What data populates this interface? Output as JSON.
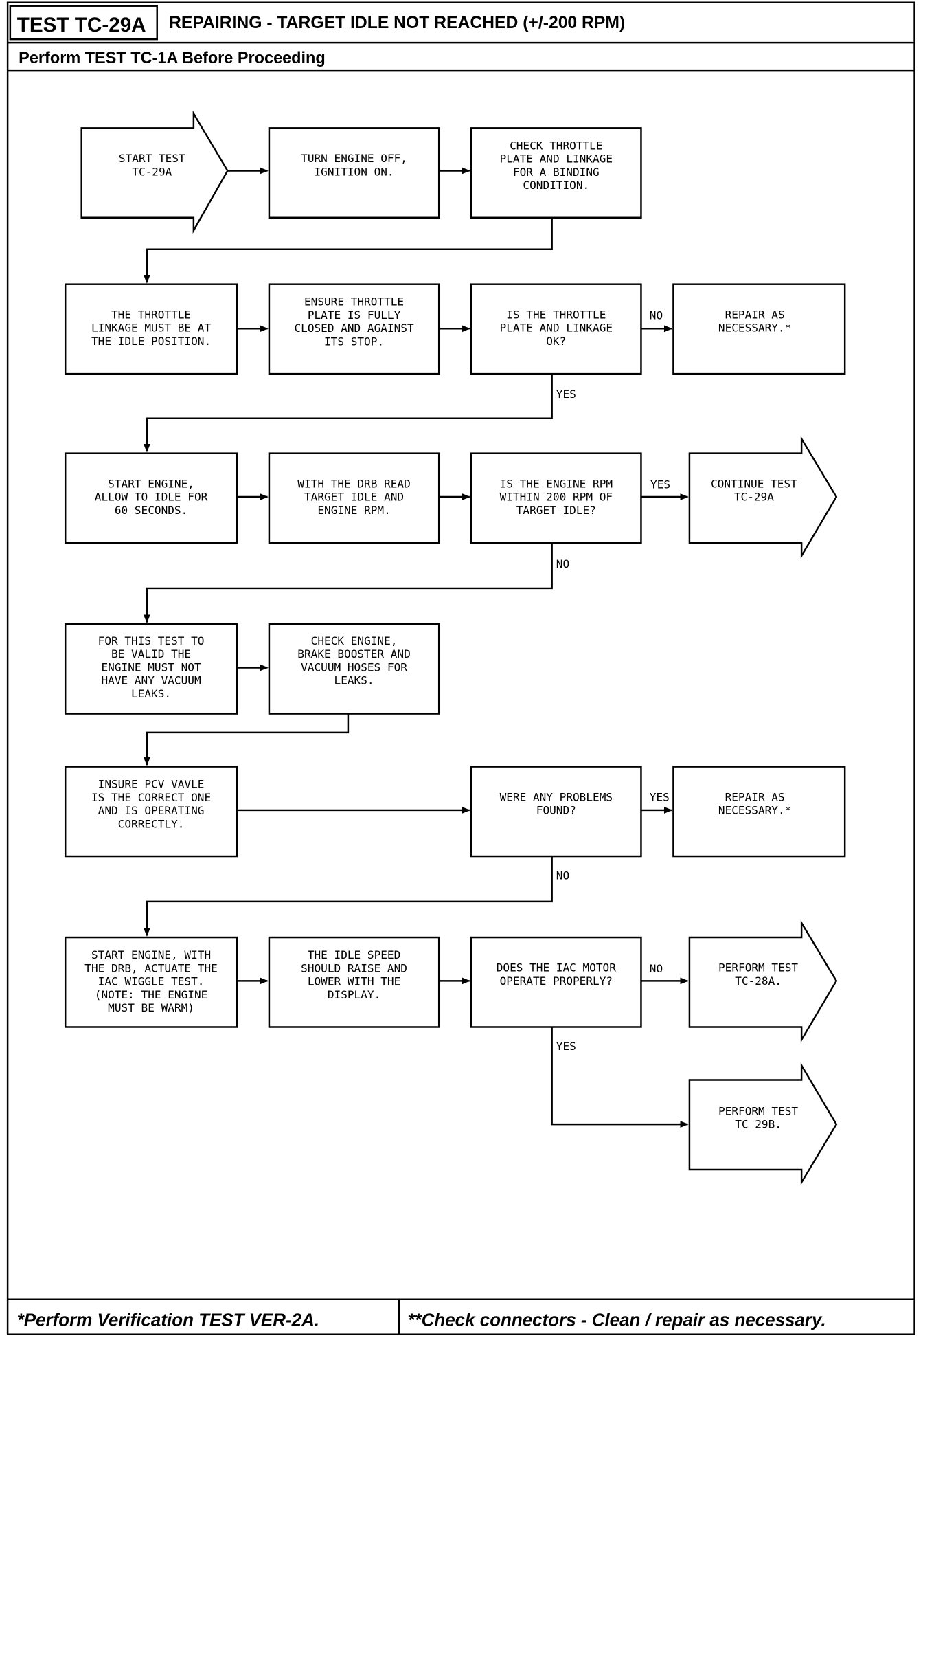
{
  "header": {
    "test_id": "TEST TC-29A",
    "title": "REPAIRING - TARGET IDLE NOT REACHED (+/-200 RPM)",
    "subtitle": "Perform TEST TC-1A Before Proceeding"
  },
  "flowchart": {
    "start": [
      "START TEST",
      "TC-29A"
    ],
    "turn_engine_off": [
      "TURN ENGINE OFF,",
      "IGNITION ON."
    ],
    "check_throttle": [
      "CHECK THROTTLE",
      "PLATE AND LINKAGE",
      "FOR A BINDING",
      "CONDITION."
    ],
    "linkage_idle": [
      "THE THROTTLE",
      "LINKAGE MUST BE AT",
      "THE IDLE POSITION."
    ],
    "ensure_closed": [
      "ENSURE THROTTLE",
      "PLATE IS FULLY",
      "CLOSED AND AGAINST",
      "ITS STOP."
    ],
    "is_plate_ok": [
      "IS THE THROTTLE",
      "PLATE AND LINKAGE",
      "OK?"
    ],
    "repair_1": [
      "REPAIR AS",
      "NECESSARY.*"
    ],
    "start_engine_idle": [
      "START ENGINE,",
      "ALLOW TO IDLE FOR",
      "60 SECONDS."
    ],
    "drb_read": [
      "WITH THE DRB READ",
      "TARGET IDLE AND",
      "ENGINE RPM."
    ],
    "rpm_within": [
      "IS THE ENGINE RPM",
      "WITHIN 200 RPM OF",
      "TARGET IDLE?"
    ],
    "continue_test": [
      "CONTINUE TEST",
      "TC-29A"
    ],
    "valid_test": [
      "FOR THIS TEST TO",
      "BE VALID THE",
      "ENGINE MUST NOT",
      "HAVE ANY VACUUM",
      "LEAKS."
    ],
    "check_hoses": [
      "CHECK ENGINE,",
      "BRAKE BOOSTER AND",
      "VACUUM HOSES FOR",
      "LEAKS."
    ],
    "pcv_valve": [
      "INSURE PCV VAVLE",
      "IS THE CORRECT ONE",
      "AND IS OPERATING",
      "CORRECTLY."
    ],
    "problems_found": [
      "WERE ANY PROBLEMS",
      "FOUND?"
    ],
    "repair_2": [
      "REPAIR AS",
      "NECESSARY.*"
    ],
    "iac_wiggle": [
      "START ENGINE, WITH",
      "THE DRB, ACTUATE THE",
      "IAC WIGGLE TEST.",
      "(NOTE: THE ENGINE",
      "MUST BE WARM)"
    ],
    "idle_speed_raise": [
      "THE IDLE SPEED",
      "SHOULD RAISE AND",
      "LOWER WITH THE",
      "DISPLAY."
    ],
    "iac_operate": [
      "DOES THE IAC MOTOR",
      "OPERATE PROPERLY?"
    ],
    "perform_28a": [
      "PERFORM TEST",
      "TC-28A."
    ],
    "perform_29b": [
      "PERFORM TEST",
      "TC 29B."
    ],
    "labels": {
      "no": "NO",
      "yes": "YES"
    }
  },
  "footer": {
    "left": "*Perform Verification TEST VER-2A.",
    "right": "**Check connectors - Clean / repair as necessary."
  }
}
